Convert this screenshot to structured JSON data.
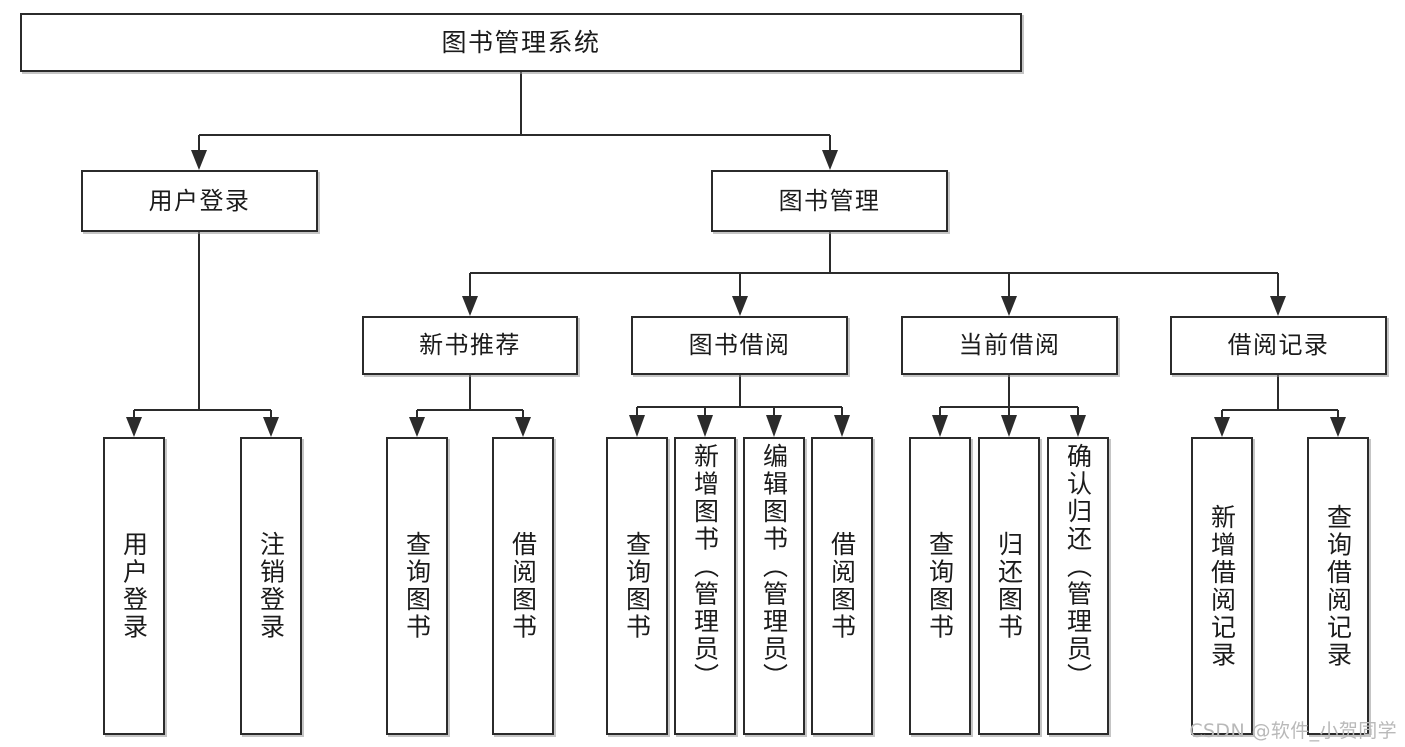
{
  "diagram": {
    "type": "tree",
    "title": "图书管理系统",
    "colors": {
      "stroke": "#2b2b2b",
      "fill": "#ffffff",
      "text": "#1b1b1b",
      "watermark": "#b9b9b9"
    },
    "nodes": {
      "root": {
        "label": "图书管理系统"
      },
      "level2": [
        {
          "id": "user-login",
          "label": "用户登录"
        },
        {
          "id": "book-manage",
          "label": "图书管理"
        }
      ],
      "level3": [
        {
          "id": "new-book-recommend",
          "label": "新书推荐"
        },
        {
          "id": "book-borrow",
          "label": "图书借阅"
        },
        {
          "id": "current-borrow",
          "label": "当前借阅"
        },
        {
          "id": "borrow-record",
          "label": "借阅记录"
        }
      ],
      "leaves": [
        {
          "id": "leaf-user-login",
          "label": "用户登录",
          "parent": "user-login"
        },
        {
          "id": "leaf-logout-login",
          "label": "注销登录",
          "parent": "user-login"
        },
        {
          "id": "leaf-query-book-1",
          "label": "查询图书",
          "parent": "new-book-recommend"
        },
        {
          "id": "leaf-borrow-book-1",
          "label": "借阅图书",
          "parent": "new-book-recommend"
        },
        {
          "id": "leaf-query-book-2",
          "label": "查询图书",
          "parent": "book-borrow"
        },
        {
          "id": "leaf-add-book",
          "label": "新增图书（管理员）",
          "parent": "book-borrow"
        },
        {
          "id": "leaf-edit-book",
          "label": "编辑图书（管理员）",
          "parent": "book-borrow"
        },
        {
          "id": "leaf-borrow-book-2",
          "label": "借阅图书",
          "parent": "book-borrow"
        },
        {
          "id": "leaf-query-book-3",
          "label": "查询图书",
          "parent": "current-borrow"
        },
        {
          "id": "leaf-return-book",
          "label": "归还图书",
          "parent": "current-borrow"
        },
        {
          "id": "leaf-confirm-return",
          "label": "确认归还（管理员）",
          "parent": "current-borrow"
        },
        {
          "id": "leaf-add-record",
          "label": "新增借阅记录",
          "parent": "borrow-record"
        },
        {
          "id": "leaf-query-record",
          "label": "查询借阅记录",
          "parent": "borrow-record"
        }
      ]
    }
  },
  "watermark": {
    "text": "CSDN @软件_小贺同学"
  }
}
